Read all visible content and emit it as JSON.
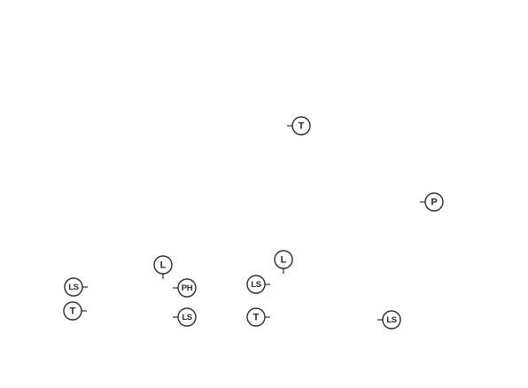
{
  "diagram": {
    "stroke_color": "#2b2b2b",
    "background_color": "#ffffff",
    "symbols": [
      {
        "id": "t-top",
        "label": "T"
      },
      {
        "id": "p-right",
        "label": "P"
      },
      {
        "id": "l-left",
        "label": "L"
      },
      {
        "id": "l-mid",
        "label": "L"
      },
      {
        "id": "ls-left",
        "label": "LS"
      },
      {
        "id": "ph-center",
        "label": "PH"
      },
      {
        "id": "ls-mid",
        "label": "LS"
      },
      {
        "id": "t-left",
        "label": "T"
      },
      {
        "id": "ls-center",
        "label": "LS"
      },
      {
        "id": "t-mid",
        "label": "T"
      },
      {
        "id": "ls-right",
        "label": "LS"
      }
    ]
  }
}
